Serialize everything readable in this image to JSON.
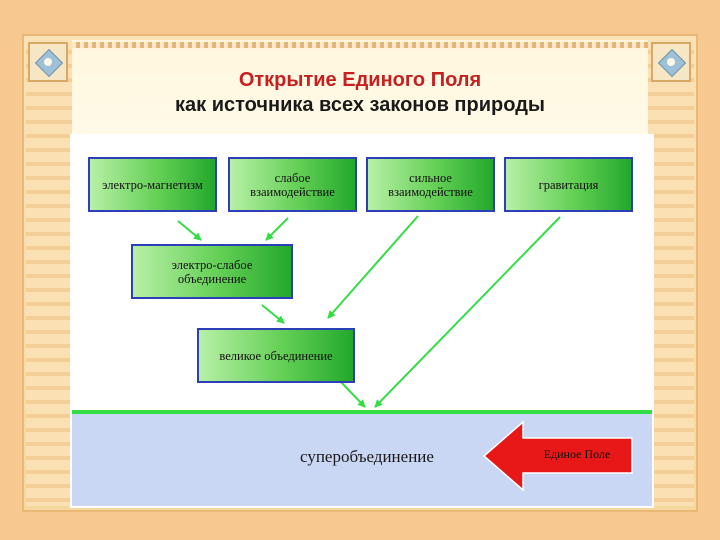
{
  "title": {
    "line1": "Открытие Единого Поля",
    "line2": "как источника всех законов природы"
  },
  "boxes": {
    "em": "электро-магнетизм",
    "weak": "слабое взаимодействие",
    "strong": "сильное взаимодействие",
    "gravity": "гравитация",
    "electroweak": "электро-слабое объединение",
    "grand": "великое объединение"
  },
  "bottom": {
    "superunification": "суперобъединение",
    "unified_field": "Единое Поле"
  },
  "colors": {
    "title_red": "#c62020",
    "box_border": "#2c3fb8",
    "arrow_green": "#33dd44",
    "band_blue": "#c9d6f4",
    "red_arrow": "#e81818"
  }
}
